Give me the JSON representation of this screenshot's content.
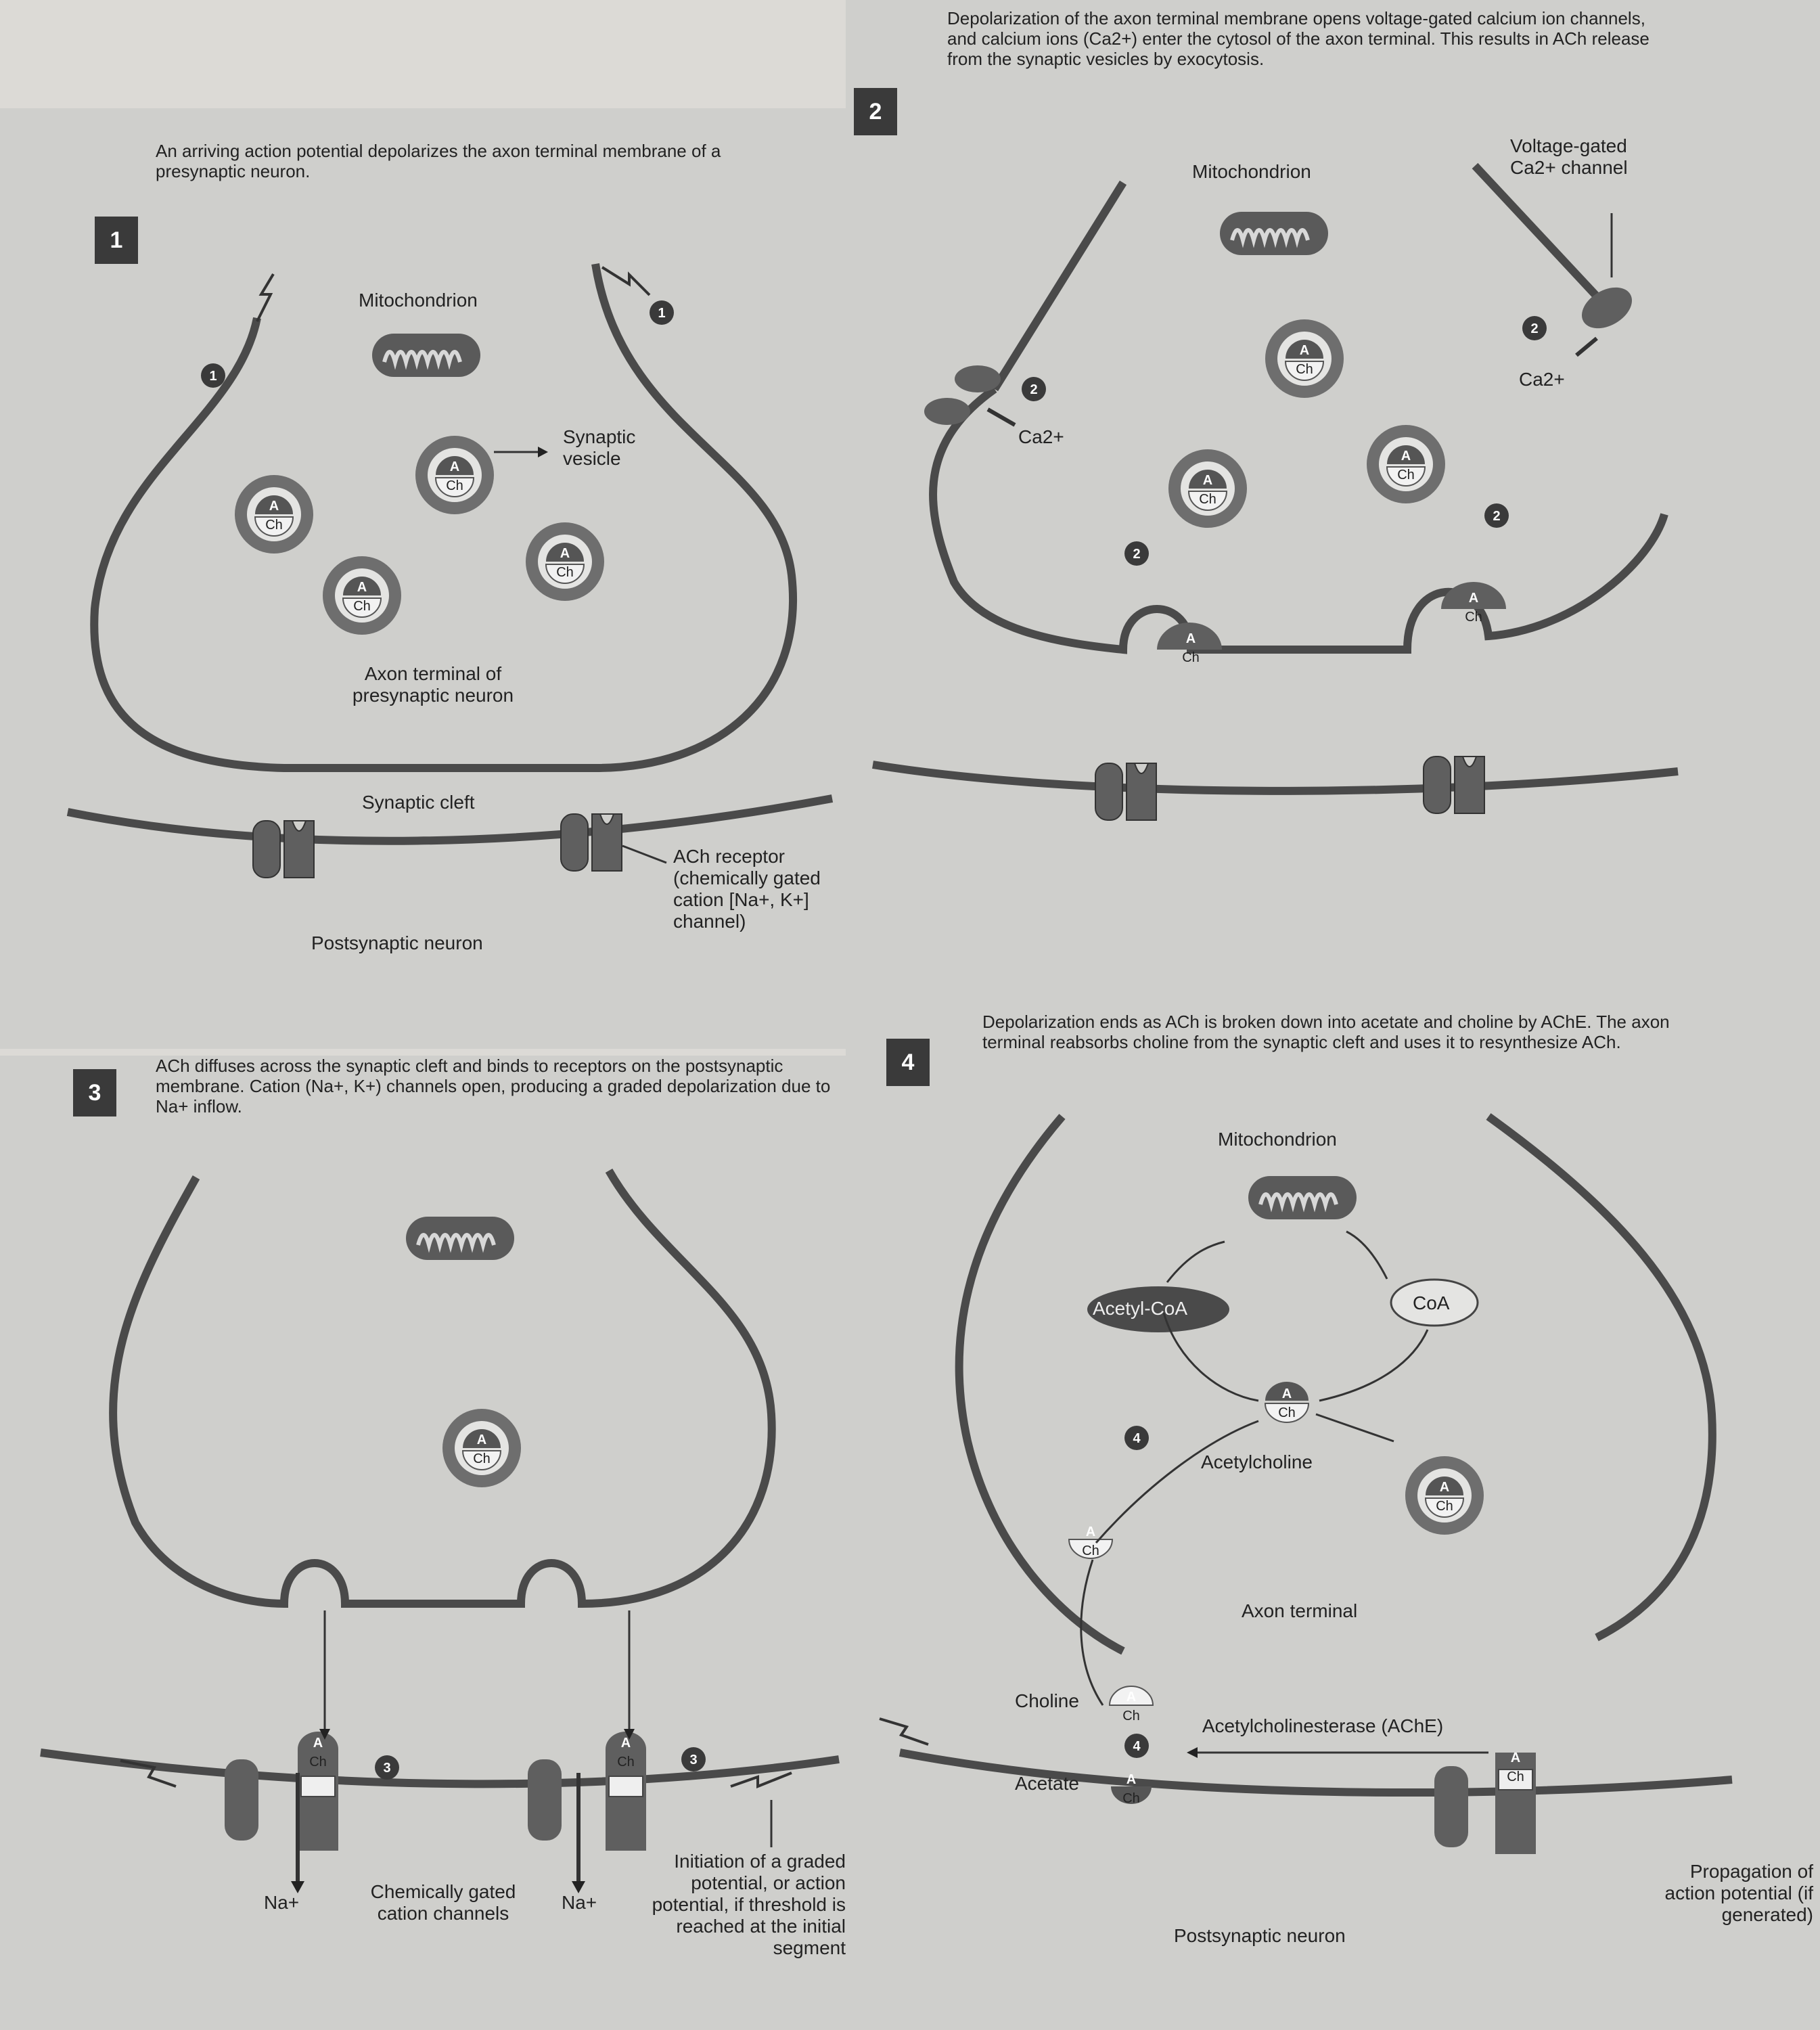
{
  "steps": [
    {
      "number": "1",
      "caption": "An arriving action potential depolarizes the axon terminal membrane of a presynaptic neuron."
    },
    {
      "number": "2",
      "caption": "Depolarization of the axon terminal membrane opens voltage-gated calcium ion channels, and calcium ions (Ca2+) enter the cytosol of the axon terminal. This results in ACh release from the synaptic vesicles by exocytosis."
    },
    {
      "number": "3",
      "caption": "ACh diffuses across the synaptic cleft and binds to receptors on the postsynaptic membrane. Cation (Na+, K+) channels open, producing a graded depolarization due to Na+ inflow."
    },
    {
      "number": "4",
      "caption": "Depolarization ends as ACh is broken down into acetate and choline by AChE. The axon terminal reabsorbs choline from the synaptic cleft and uses it to resynthesize ACh."
    }
  ],
  "vesicle": {
    "top": "A",
    "bottom": "Ch"
  },
  "panel1": {
    "mitochondrion": "Mitochondrion",
    "synaptic_vesicle": "Synaptic vesicle",
    "axon_terminal": "Axon terminal of presynaptic neuron",
    "synaptic_cleft": "Synaptic cleft",
    "ach_receptor": "ACh receptor (chemically gated cation [Na+, K+] channel)",
    "postsynaptic": "Postsynaptic neuron",
    "marker": "1"
  },
  "panel2": {
    "mitochondrion": "Mitochondrion",
    "voltage_gated": "Voltage-gated Ca2+ channel",
    "ca": "Ca2+",
    "marker": "2"
  },
  "panel3": {
    "na": "Na+",
    "chem_gated": "Chemically gated cation channels",
    "initiation": "Initiation of a graded potential, or action potential, if threshold is reached at the initial segment",
    "marker": "3"
  },
  "panel4": {
    "mitochondrion": "Mitochondrion",
    "acetyl_coa": "Acetyl-CoA",
    "coa": "CoA",
    "acetylcholine": "Acetylcholine",
    "axon_terminal": "Axon terminal",
    "choline": "Choline",
    "acetate": "Acetate",
    "ache": "Acetylcholinesterase (AChE)",
    "postsynaptic": "Postsynaptic neuron",
    "propagation": "Propagation of action potential (if generated)",
    "marker": "4"
  },
  "colors": {
    "membrane": "#4a4a4a",
    "vesicle_ring": "#6e6e6e",
    "protein": "#5f5f5f",
    "background": "#cfcfcc"
  }
}
